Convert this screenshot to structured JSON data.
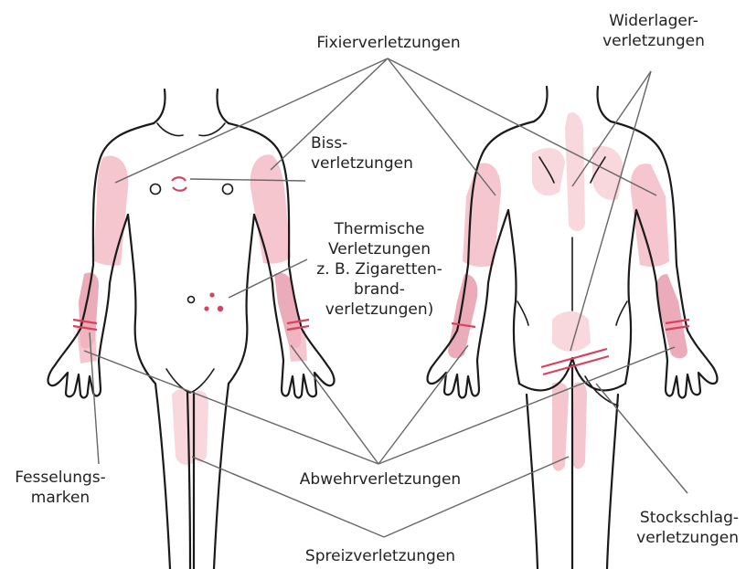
{
  "labels": {
    "fixier": "Fixierverletzungen",
    "widerlager_1": "Widerlager-",
    "widerlager_2": "verletzungen",
    "biss_1": "Biss-",
    "biss_2": "verletzungen",
    "thermisch_1": "Thermische",
    "thermisch_2": "Verletzungen",
    "thermisch_3": "z. B. Zigaretten-",
    "thermisch_4": "brand-",
    "thermisch_5": "verletzungen)",
    "fesselung_1": "Fesselungs-",
    "fesselung_2": "marken",
    "abwehr": "Abwehrverletzungen",
    "stockschlag_1": "Stockschlag-",
    "stockschlag_2": "verletzungen",
    "spreiz": "Spreizverletzungen"
  },
  "colors": {
    "outline": "#1a1a1a",
    "injury_zone": "#f2b8c2",
    "injury_zone_dark": "#e58fa0",
    "marks": "#d9425e",
    "leader": "#666666"
  }
}
